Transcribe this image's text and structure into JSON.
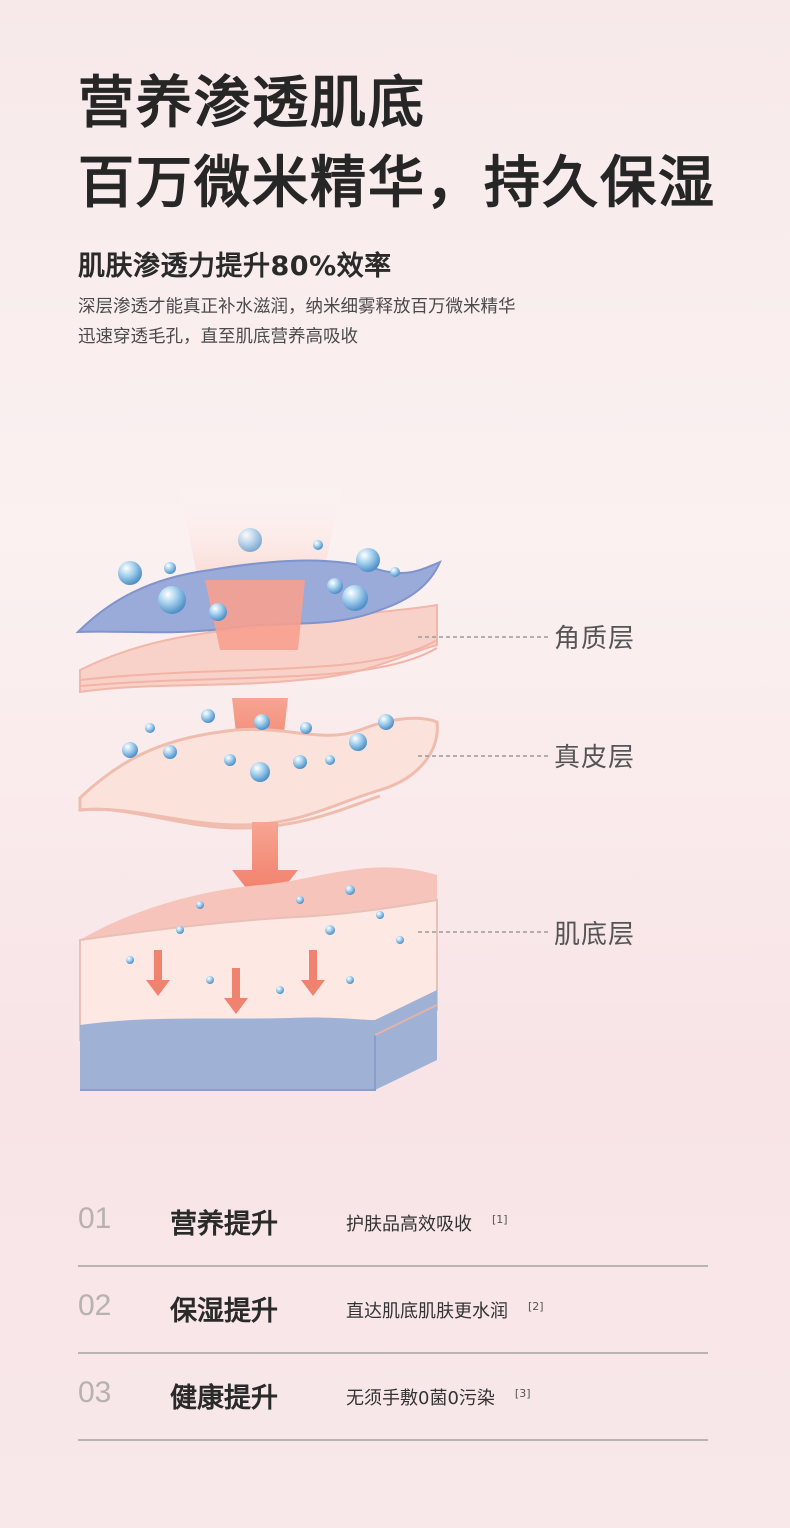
{
  "headline": {
    "line1": "营养渗透肌底",
    "line2": "百万微米精华，持久保湿"
  },
  "subhead": "肌肤渗透力提升80%效率",
  "description": {
    "line1": "深层渗透才能真正补水滋润，纳米细雾释放百万微米精华",
    "line2": "迅速穿透毛孔，直至肌底营养高吸收"
  },
  "diagram": {
    "labels": [
      "角质层",
      "真皮层",
      "肌底层"
    ]
  },
  "features": [
    {
      "num": "01",
      "title": "营养提升",
      "text": "护肤品高效吸收",
      "ref": "[1]"
    },
    {
      "num": "02",
      "title": "保湿提升",
      "text": "直达肌底肌肤更水润",
      "ref": "[2]"
    },
    {
      "num": "03",
      "title": "健康提升",
      "text": "无须手敷0菌0污染",
      "ref": "[3]"
    }
  ],
  "colors": {
    "accent": "#f08a78",
    "droplet": "#7fb6de",
    "layer_blue": "#97a8d8",
    "layer_pink": "#f8cfc4"
  }
}
